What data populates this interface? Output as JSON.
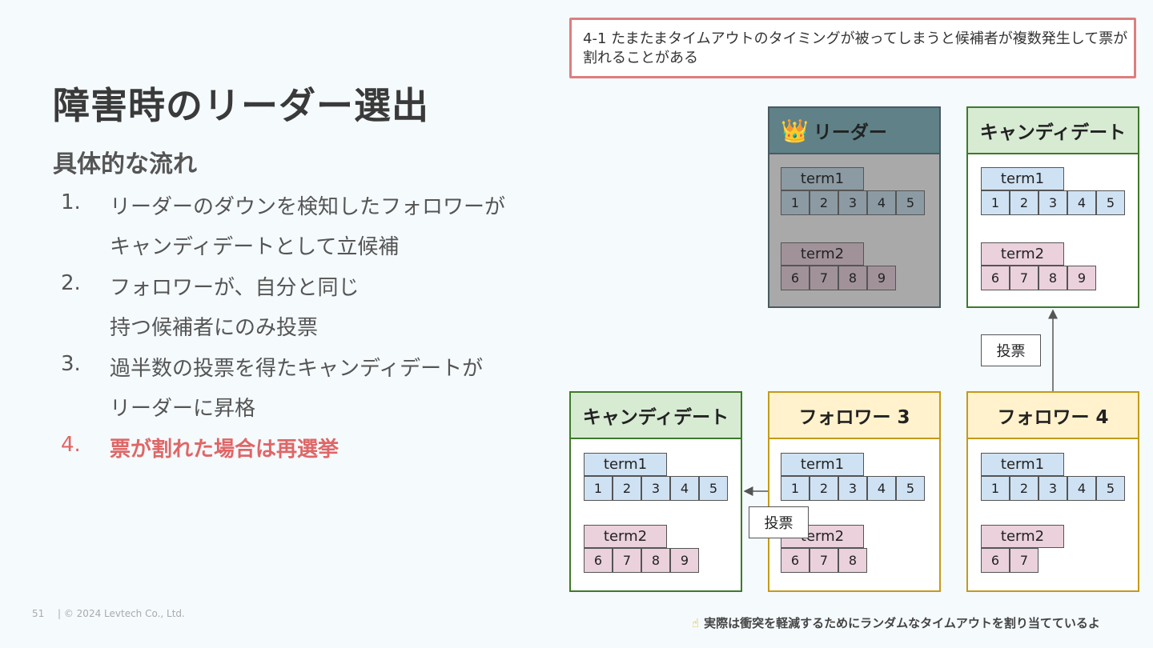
{
  "title": "障害時のリーダー選出",
  "subtitle": "具体的な流れ",
  "steps": [
    {
      "num": "1.",
      "line1": "リーダーのダウンを検知したフォロワーが",
      "line2": "キャンディデートとして立候補"
    },
    {
      "num": "2.",
      "line1": "フォロワーが、自分と同じ",
      "line2": "持つ候補者にのみ投票"
    },
    {
      "num": "3.",
      "line1": "過半数の投票を得たキャンディデートが",
      "line2": "リーダーに昇格"
    },
    {
      "num": "4.",
      "line1": "票が割れた場合は再選挙"
    }
  ],
  "callout": "4-1 たまたまタイムアウトのタイミングが被ってしまうと候補者が複数発生して票が割れることがある",
  "term1": "term1",
  "term2": "term2",
  "vote_label": "投票",
  "nodes": {
    "leader": {
      "title": "リーダー",
      "crown": "👑",
      "term1_cells": [
        "1",
        "2",
        "3",
        "4",
        "5"
      ],
      "term2_cells": [
        "6",
        "7",
        "8",
        "9"
      ]
    },
    "cand_top": {
      "title": "キャンディデート",
      "term1_cells": [
        "1",
        "2",
        "3",
        "4",
        "5"
      ],
      "term2_cells": [
        "6",
        "7",
        "8",
        "9"
      ]
    },
    "cand_left": {
      "title": "キャンディデート",
      "term1_cells": [
        "1",
        "2",
        "3",
        "4",
        "5"
      ],
      "term2_cells": [
        "6",
        "7",
        "8",
        "9"
      ]
    },
    "follower3": {
      "title": "フォロワー 3",
      "term1_cells": [
        "1",
        "2",
        "3",
        "4",
        "5"
      ],
      "term2_cells": [
        "6",
        "7",
        "8"
      ]
    },
    "follower4": {
      "title": "フォロワー 4",
      "term1_cells": [
        "1",
        "2",
        "3",
        "4",
        "5"
      ],
      "term2_cells": [
        "6",
        "7"
      ]
    }
  },
  "footer": {
    "page": "51",
    "copyright": "|  © 2024 Levtech Co., Ltd."
  },
  "note": {
    "icon": "☝",
    "text": "実際は衝突を軽減するためにランダムなタイムアウトを割り当てているよ"
  }
}
